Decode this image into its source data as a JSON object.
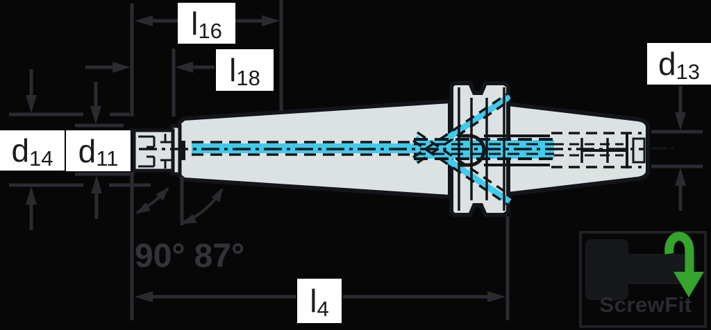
{
  "drawing": {
    "labels": {
      "l16": {
        "base": "l",
        "sub": "16"
      },
      "l18": {
        "base": "l",
        "sub": "18"
      },
      "d13": {
        "base": "d",
        "sub": "13"
      },
      "d14": {
        "base": "d",
        "sub": "14"
      },
      "d11": {
        "base": "d",
        "sub": "11"
      },
      "l4": {
        "base": "l",
        "sub": "4"
      }
    },
    "angles": {
      "first": "90°",
      "second": "87°"
    },
    "logo": {
      "text": "ScrewFit"
    },
    "colors": {
      "background": "#070708",
      "body_fill": "#dbe2e1",
      "outline": "#14151a",
      "dimension": "#2a2b30",
      "angle_text": "#333439",
      "coolant_cyan": "#3fcbec",
      "logo_green": "#34a42d",
      "logo_border": "#202126",
      "logo_silhouette": "#17181b",
      "logo_text": "#2a2b30",
      "label_bg": "#ffffff",
      "label_text": "#1b1b1c"
    }
  }
}
